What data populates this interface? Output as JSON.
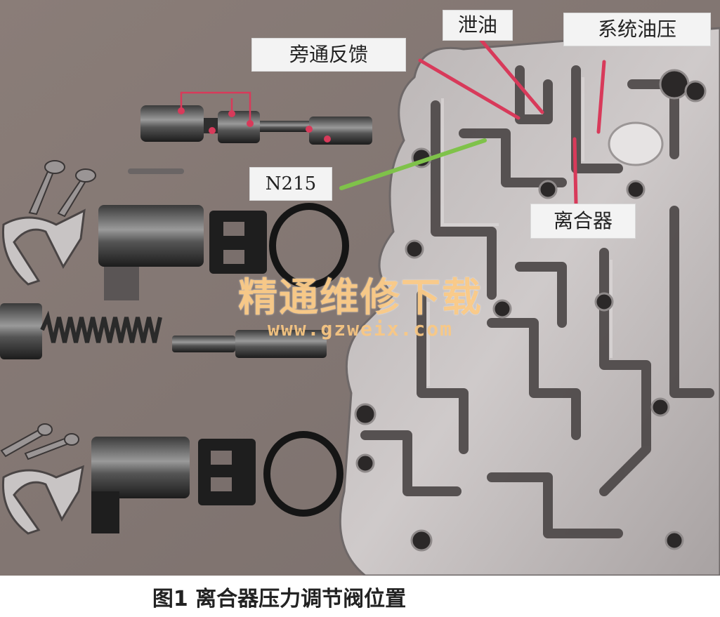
{
  "labels": {
    "bypass_feedback": "旁通反馈",
    "drain": "泄油",
    "system_pressure": "系统油压",
    "n215": "N215",
    "clutch": "离合器"
  },
  "watermark": {
    "text": "精通维修下载",
    "url": "www.gzweix.com"
  },
  "caption": "图1 离合器压力调节阀位置",
  "colors": {
    "leader_red": "#d83a5a",
    "leader_green": "#7fc24a",
    "watermark": "#f6c27e"
  }
}
